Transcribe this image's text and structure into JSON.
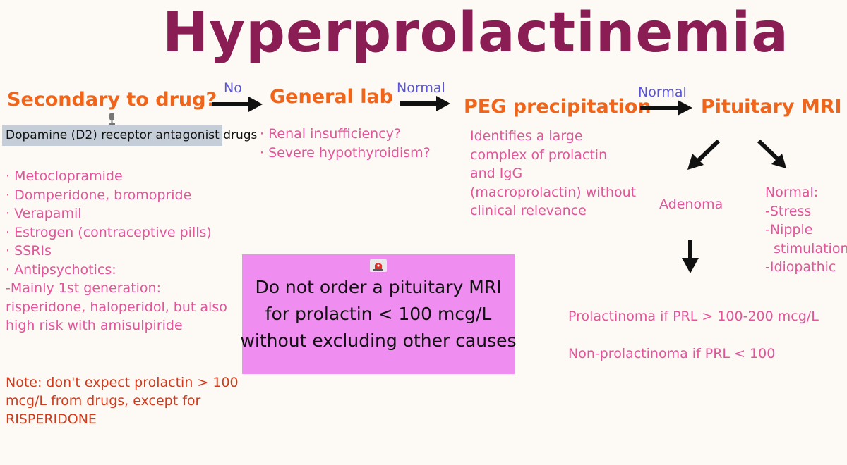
{
  "title": "Hyperprolactinemia",
  "steps": {
    "drug": "Secondary to drug?",
    "lab": "General lab",
    "peg": "PEG precipitation",
    "mri": "Pituitary MRI"
  },
  "arrow_labels": {
    "no": "No",
    "normal_1": "Normal",
    "normal_2": "Normal"
  },
  "drug_section": {
    "box_label": "Dopamine (D2) receptor antagonist drugs",
    "items": [
      "· Metoclopramide",
      "· Domperidone, bromopride",
      "· Verapamil",
      "· Estrogen (contraceptive pills)",
      "· SSRIs",
      "· Antipsychotics:",
      "-Mainly 1st generation:",
      "risperidone, haloperidol, but also",
      "high risk with amisulpiride"
    ]
  },
  "lab_items": [
    "· Renal insufficiency?",
    "· Severe hypothyroidism?"
  ],
  "peg_text": [
    "Identifies a large",
    "complex of prolactin",
    "and IgG",
    "(macroprolactin) without",
    "clinical relevance"
  ],
  "mri_branches": {
    "adenoma": "Adenoma",
    "normal_header": "Normal:",
    "normal_items": [
      "-Stress",
      "-Nipple",
      "stimulation",
      "-Idiopathic"
    ]
  },
  "results": {
    "prolactinoma": "Prolactinoma if PRL > 100-200 mcg/L",
    "non_prolactinoma": "Non-prolactinoma if PRL < 100"
  },
  "warning": {
    "icon": "siren-icon",
    "lines": [
      "Do not order a pituitary MRI",
      "for prolactin < 100 mcg/L",
      "without excluding other causes"
    ]
  },
  "note_lines": [
    "Note: don't expect prolactin > 100",
    "mcg/L from drugs, except for",
    "RISPERIDONE"
  ],
  "colors": {
    "title": "#8b1d55",
    "step": "#f0651a",
    "arrow_label": "#5a55d6",
    "body_pink": "#e2559a",
    "note_red": "#d23a1c",
    "warning_bg": "#f08df0",
    "drug_box_bg": "#c5ced8"
  }
}
